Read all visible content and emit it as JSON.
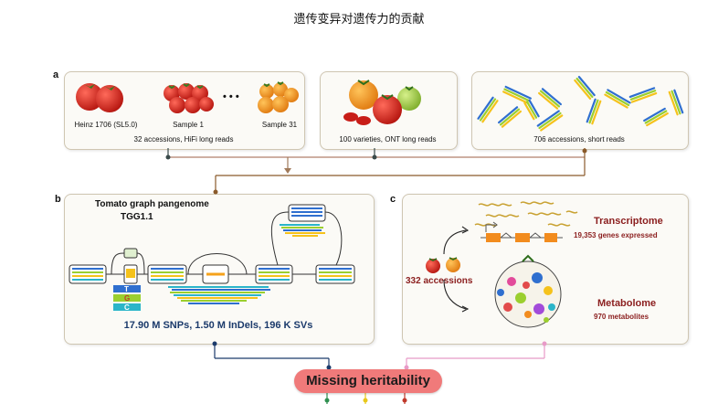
{
  "title": "遗传变异对遗传力的贡献",
  "panel_a": {
    "letter": "a",
    "box1": {
      "heinz_label": "Heinz 1706 (SL5.0)",
      "sample1_label": "Sample 1",
      "sample31_label": "Sample 31",
      "ellipsis": "• • •",
      "caption": "32 accessions, HiFi long reads"
    },
    "box2": {
      "caption": "100 varieties, ONT long reads"
    },
    "box3": {
      "caption": "706 accessions, short reads"
    }
  },
  "panel_b": {
    "letter": "b",
    "title_line1": "Tomato graph pangenome",
    "title_line2": "TGG1.1",
    "variants": "17.90 M SNPs, 1.50 M InDels, 196 K SVs",
    "snp_letters": [
      "T",
      "G",
      "C"
    ]
  },
  "panel_c": {
    "letter": "c",
    "accessions": "332 accessions",
    "transcriptome_title": "Transcriptome",
    "transcriptome_sub": "19,353 genes expressed",
    "metabolome_title": "Metabolome",
    "metabolome_sub": "970 metabolites"
  },
  "missing_heritability": "Missing heritability",
  "colors": {
    "red_tomato": "#d62b20",
    "orange_tomato": "#f28c1e",
    "pill": "#f07a7a",
    "navy": "#1b3a6b",
    "darkred": "#8b1e1e"
  }
}
